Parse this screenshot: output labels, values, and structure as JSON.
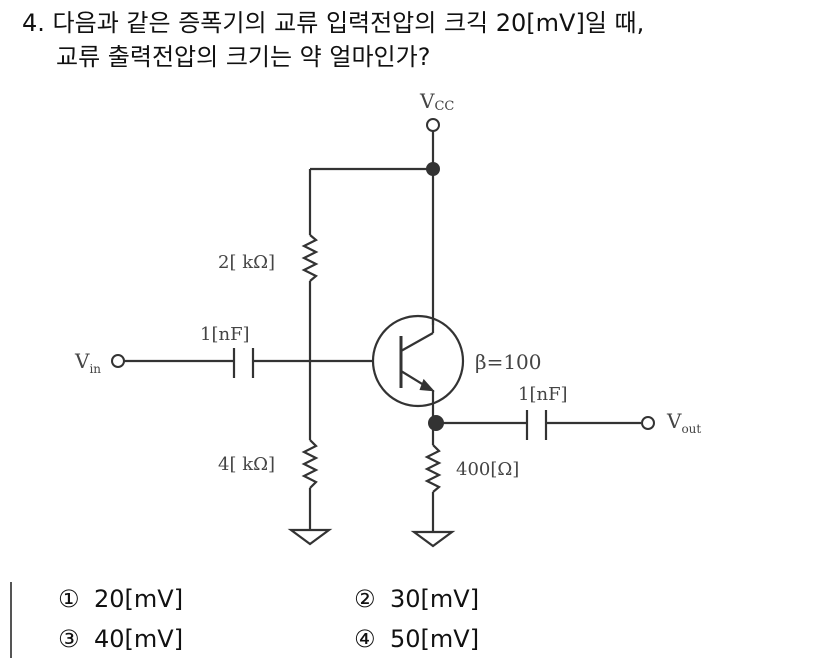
{
  "question": {
    "number": "4.",
    "line1": "다음과 같은 증폭기의 교류 입력전압의 크긱 20[mV]일 때,",
    "line2": "교류 출력전압의 크기는 약 얼마인가?"
  },
  "circuit": {
    "vcc_label": "V",
    "vcc_sub": "CC",
    "vin_label": "V",
    "vin_sub": "in",
    "vout_label": "V",
    "vout_sub": "out",
    "r_top": "2[ kΩ]",
    "r_bottom": "4[ kΩ]",
    "r_emitter": "400[Ω]",
    "c_in": "1[nF]",
    "c_out": "1[nF]",
    "beta": "β=100"
  },
  "choices": [
    {
      "num": "①",
      "text": "20[mV]"
    },
    {
      "num": "②",
      "text": "30[mV]"
    },
    {
      "num": "③",
      "text": "40[mV]"
    },
    {
      "num": "④",
      "text": "50[mV]"
    }
  ]
}
